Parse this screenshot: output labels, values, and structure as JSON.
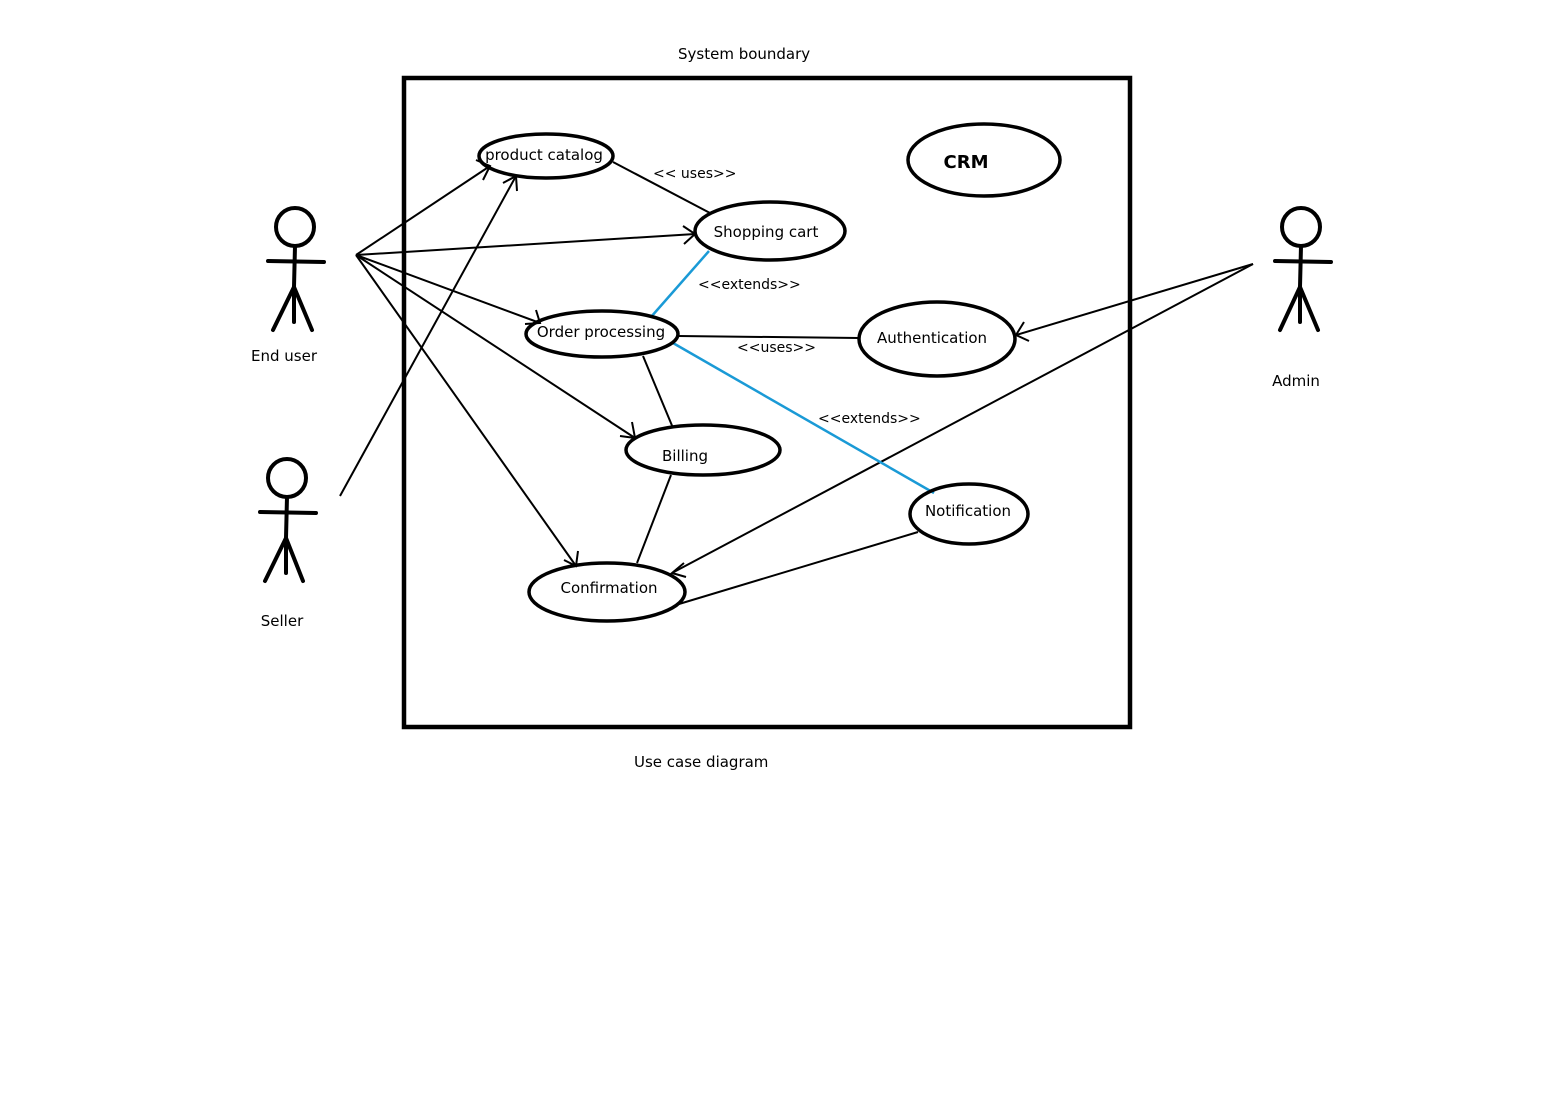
{
  "diagram": {
    "boundary_label": "System boundary",
    "caption": "Use case diagram",
    "system_name": "CRM",
    "colors": {
      "line": "#000000",
      "extends_line": "#1a9ad6",
      "background": "#ffffff"
    }
  },
  "actors": {
    "end_user": "End user",
    "seller": "Seller",
    "admin": "Admin"
  },
  "use_cases": {
    "product_catalog": "product catalog",
    "shopping_cart": "Shopping cart",
    "order_processing": "Order processing",
    "authentication": "Authentication",
    "billing": "Billing",
    "notification": "Notification",
    "confirmation": "Confirmation"
  },
  "stereotypes": {
    "uses_catalog_cart": "<< uses>>",
    "extends_cart_order": "<<extends>>",
    "uses_order_auth": "<<uses>>",
    "extends_order_notification": "<<extends>>"
  }
}
